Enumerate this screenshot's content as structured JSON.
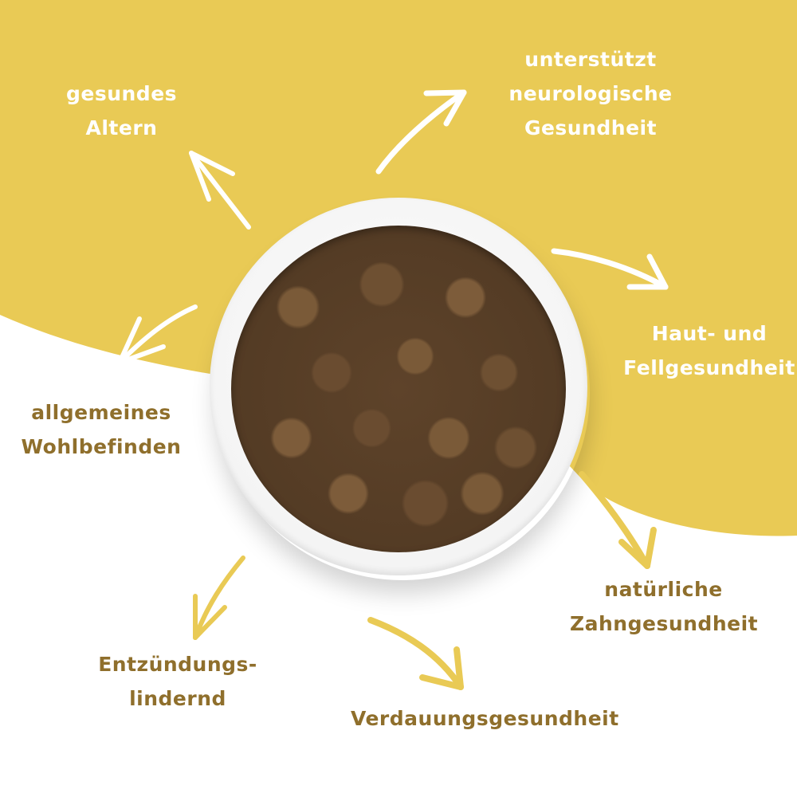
{
  "colors": {
    "yellow": "#e9ca55",
    "brown_text": "#8f6f2c",
    "white": "#ffffff"
  },
  "benefits": {
    "top_left": {
      "line1": "gesundes",
      "line2": "Altern"
    },
    "top_right": {
      "line1": "unterstützt",
      "line2": "neurologische",
      "line3": "Gesundheit"
    },
    "right": {
      "line1": "Haut- und",
      "line2": "Fellgesundheit"
    },
    "left": {
      "line1": "allgemeines",
      "line2": "Wohlbefinden"
    },
    "bottom_right": {
      "line1": "natürliche",
      "line2": "Zahngesundheit"
    },
    "bottom_left": {
      "line1": "Entzündungs-",
      "line2": "lindernd"
    },
    "bottom": {
      "line1": "Verdauungsgesundheit"
    }
  },
  "center_image": "bowl-of-heart-shaped-kibble"
}
